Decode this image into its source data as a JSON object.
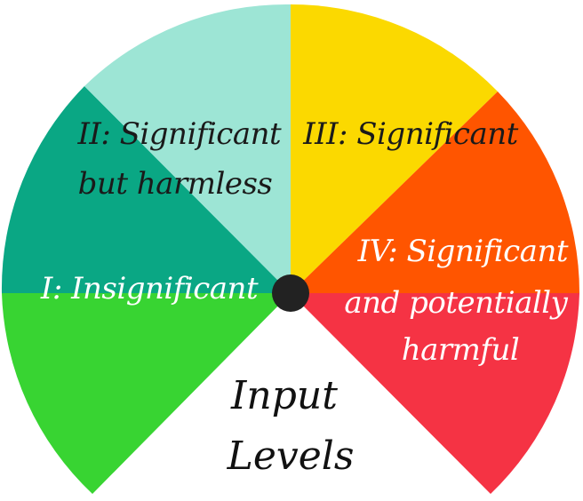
{
  "gauge": {
    "title_lines": [
      "Input",
      "Levels"
    ],
    "colors": {
      "level1": "#38d432",
      "level2_dark": "#0aa784",
      "level2_light": "#9de5d5",
      "level3_yellow": "#fbd900",
      "level4_orange": "#ff5500",
      "level4_red": "#f53344",
      "hub": "#222222"
    },
    "levels": [
      {
        "id": "level-1",
        "lines": [
          "I: Insignificant"
        ]
      },
      {
        "id": "level-2",
        "lines": [
          "II: Significant",
          "but harmless"
        ]
      },
      {
        "id": "level-3",
        "lines": [
          "III: Significant"
        ]
      },
      {
        "id": "level-4",
        "lines": [
          "IV: Significant",
          "and potentially",
          "harmful"
        ]
      }
    ]
  }
}
